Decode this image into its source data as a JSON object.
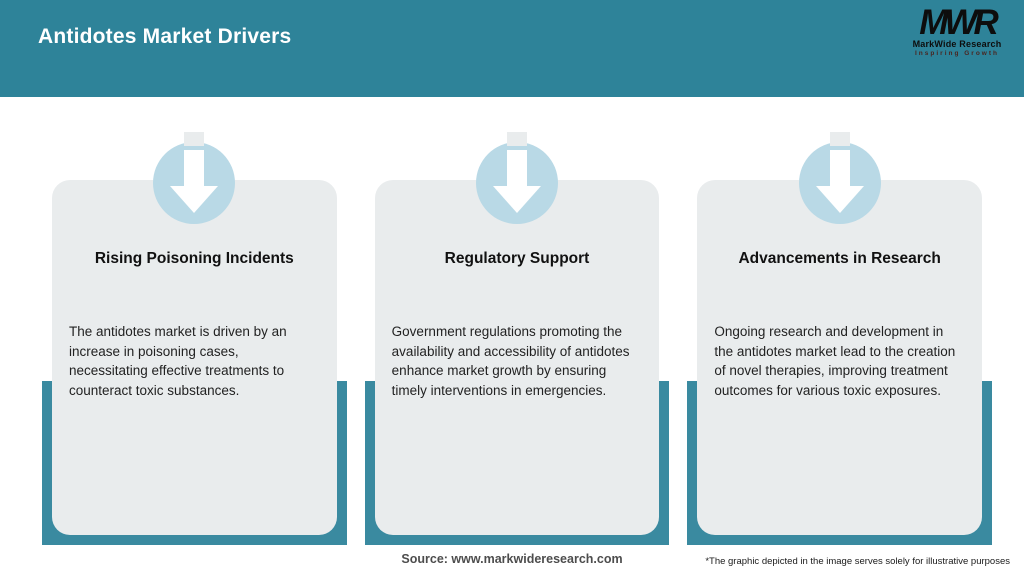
{
  "header": {
    "title": "Antidotes Market Drivers",
    "logo": {
      "monogram": "MWR",
      "name": "MarkWide Research",
      "tagline": "Inspiring Growth"
    }
  },
  "cards": [
    {
      "icon": "down-arrow-icon",
      "title": "Rising Poisoning Incidents",
      "body": "The antidotes market is driven by an increase in poisoning cases, necessitating effective treatments to counteract toxic substances."
    },
    {
      "icon": "down-arrow-icon",
      "title": "Regulatory Support",
      "body": "Government regulations promoting the availability and accessibility of antidotes enhance market growth by ensuring timely interventions in emergencies."
    },
    {
      "icon": "down-arrow-icon",
      "title": "Advancements in Research",
      "body": "Ongoing research and development in the antidotes market lead to the creation of novel therapies, improving treatment outcomes for various toxic exposures."
    }
  ],
  "footer": {
    "source": "Source: www.markwideresearch.com",
    "disclaimer": "*The graphic depicted in the image serves solely for illustrative purposes"
  },
  "colors": {
    "page_white": "#ffffff",
    "header_teal": "#2e8399",
    "shadow_teal": "#3a8aa0",
    "card_gray": "#e9eced",
    "circle_blue": "#b9d9e6",
    "title_black": "#111111",
    "body_gray": "#222222",
    "source_gray": "#4d4d4d",
    "logo_black": "#0d0d0d",
    "tagline_maroon": "#4a2520"
  }
}
